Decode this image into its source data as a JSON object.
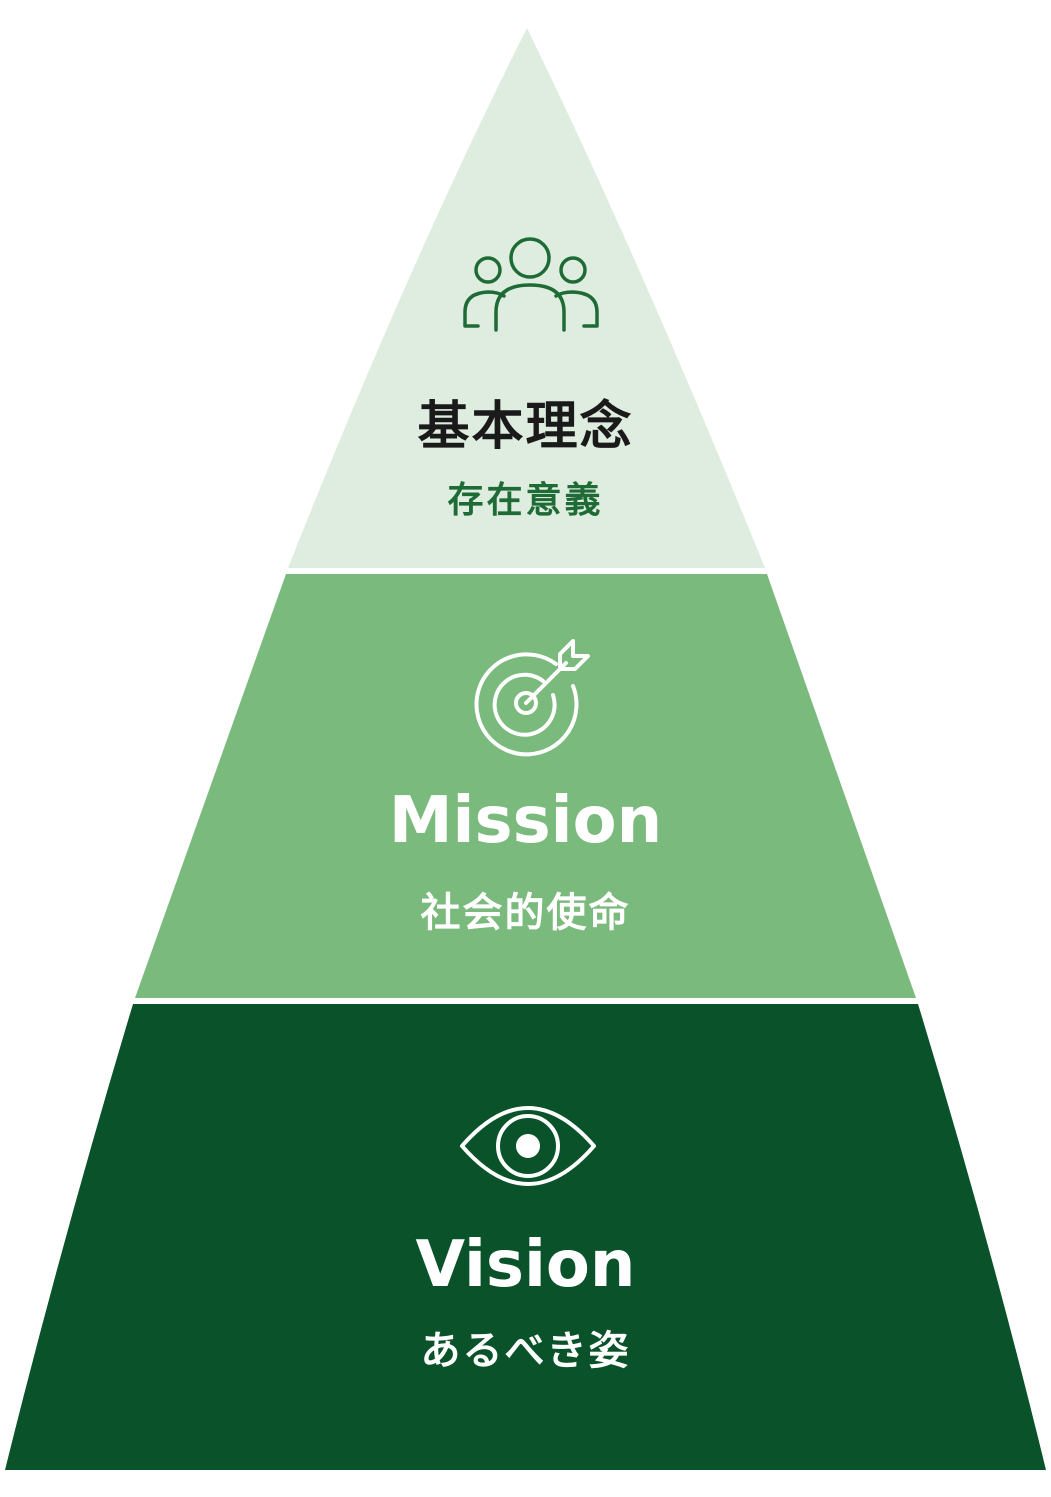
{
  "colors": {
    "tier_top": "#deede0",
    "tier_middle": "#7aba7c",
    "tier_bottom": "#0a532a",
    "icon_top": "#1f6b36",
    "icon_light": "#ffffff"
  },
  "tiers": [
    {
      "title": "基本理念",
      "subtitle": "存在意義",
      "icon": "people-group-icon"
    },
    {
      "title": "Mission",
      "subtitle": "社会的使命",
      "icon": "target-arrow-icon"
    },
    {
      "title": "Vision",
      "subtitle": "あるべき姿",
      "icon": "eye-icon"
    }
  ]
}
